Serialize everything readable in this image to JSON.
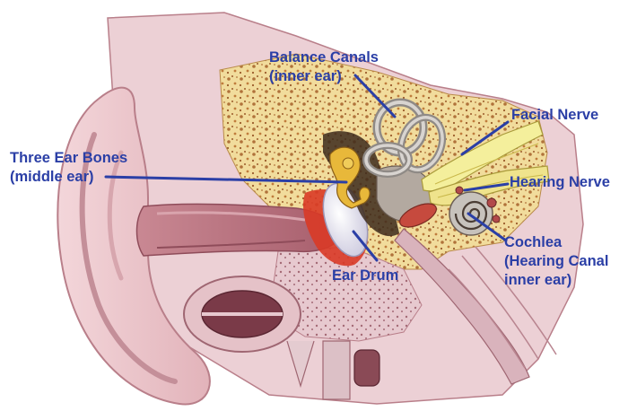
{
  "labels": {
    "balance_canals": {
      "line1": "Balance Canals",
      "line2": "(inner ear)"
    },
    "facial_nerve": {
      "line1": "Facial Nerve"
    },
    "three_ear_bones": {
      "line1": "Three Ear Bones",
      "line2": "(middle ear)"
    },
    "hearing_nerve": {
      "line1": "Hearing Nerve"
    },
    "cochlea": {
      "line1": "Cochlea",
      "line2": "(Hearing Canal",
      "line3": "inner ear)"
    },
    "ear_drum": {
      "line1": "Ear Drum"
    }
  },
  "colors": {
    "label_text": "#2b3fa6",
    "leader_line": "#2b3fa6",
    "skin": "#e9c3c8",
    "skin_dark": "#c98c96",
    "bone": "#f3e3a8",
    "bone_speckle": "#b0723a",
    "canal": "#b86a78",
    "nerve": "#f4ef9c",
    "muscle": "#d9b3bc",
    "ear_drum": "#e8e6f2",
    "red_tissue": "#d93a26"
  }
}
